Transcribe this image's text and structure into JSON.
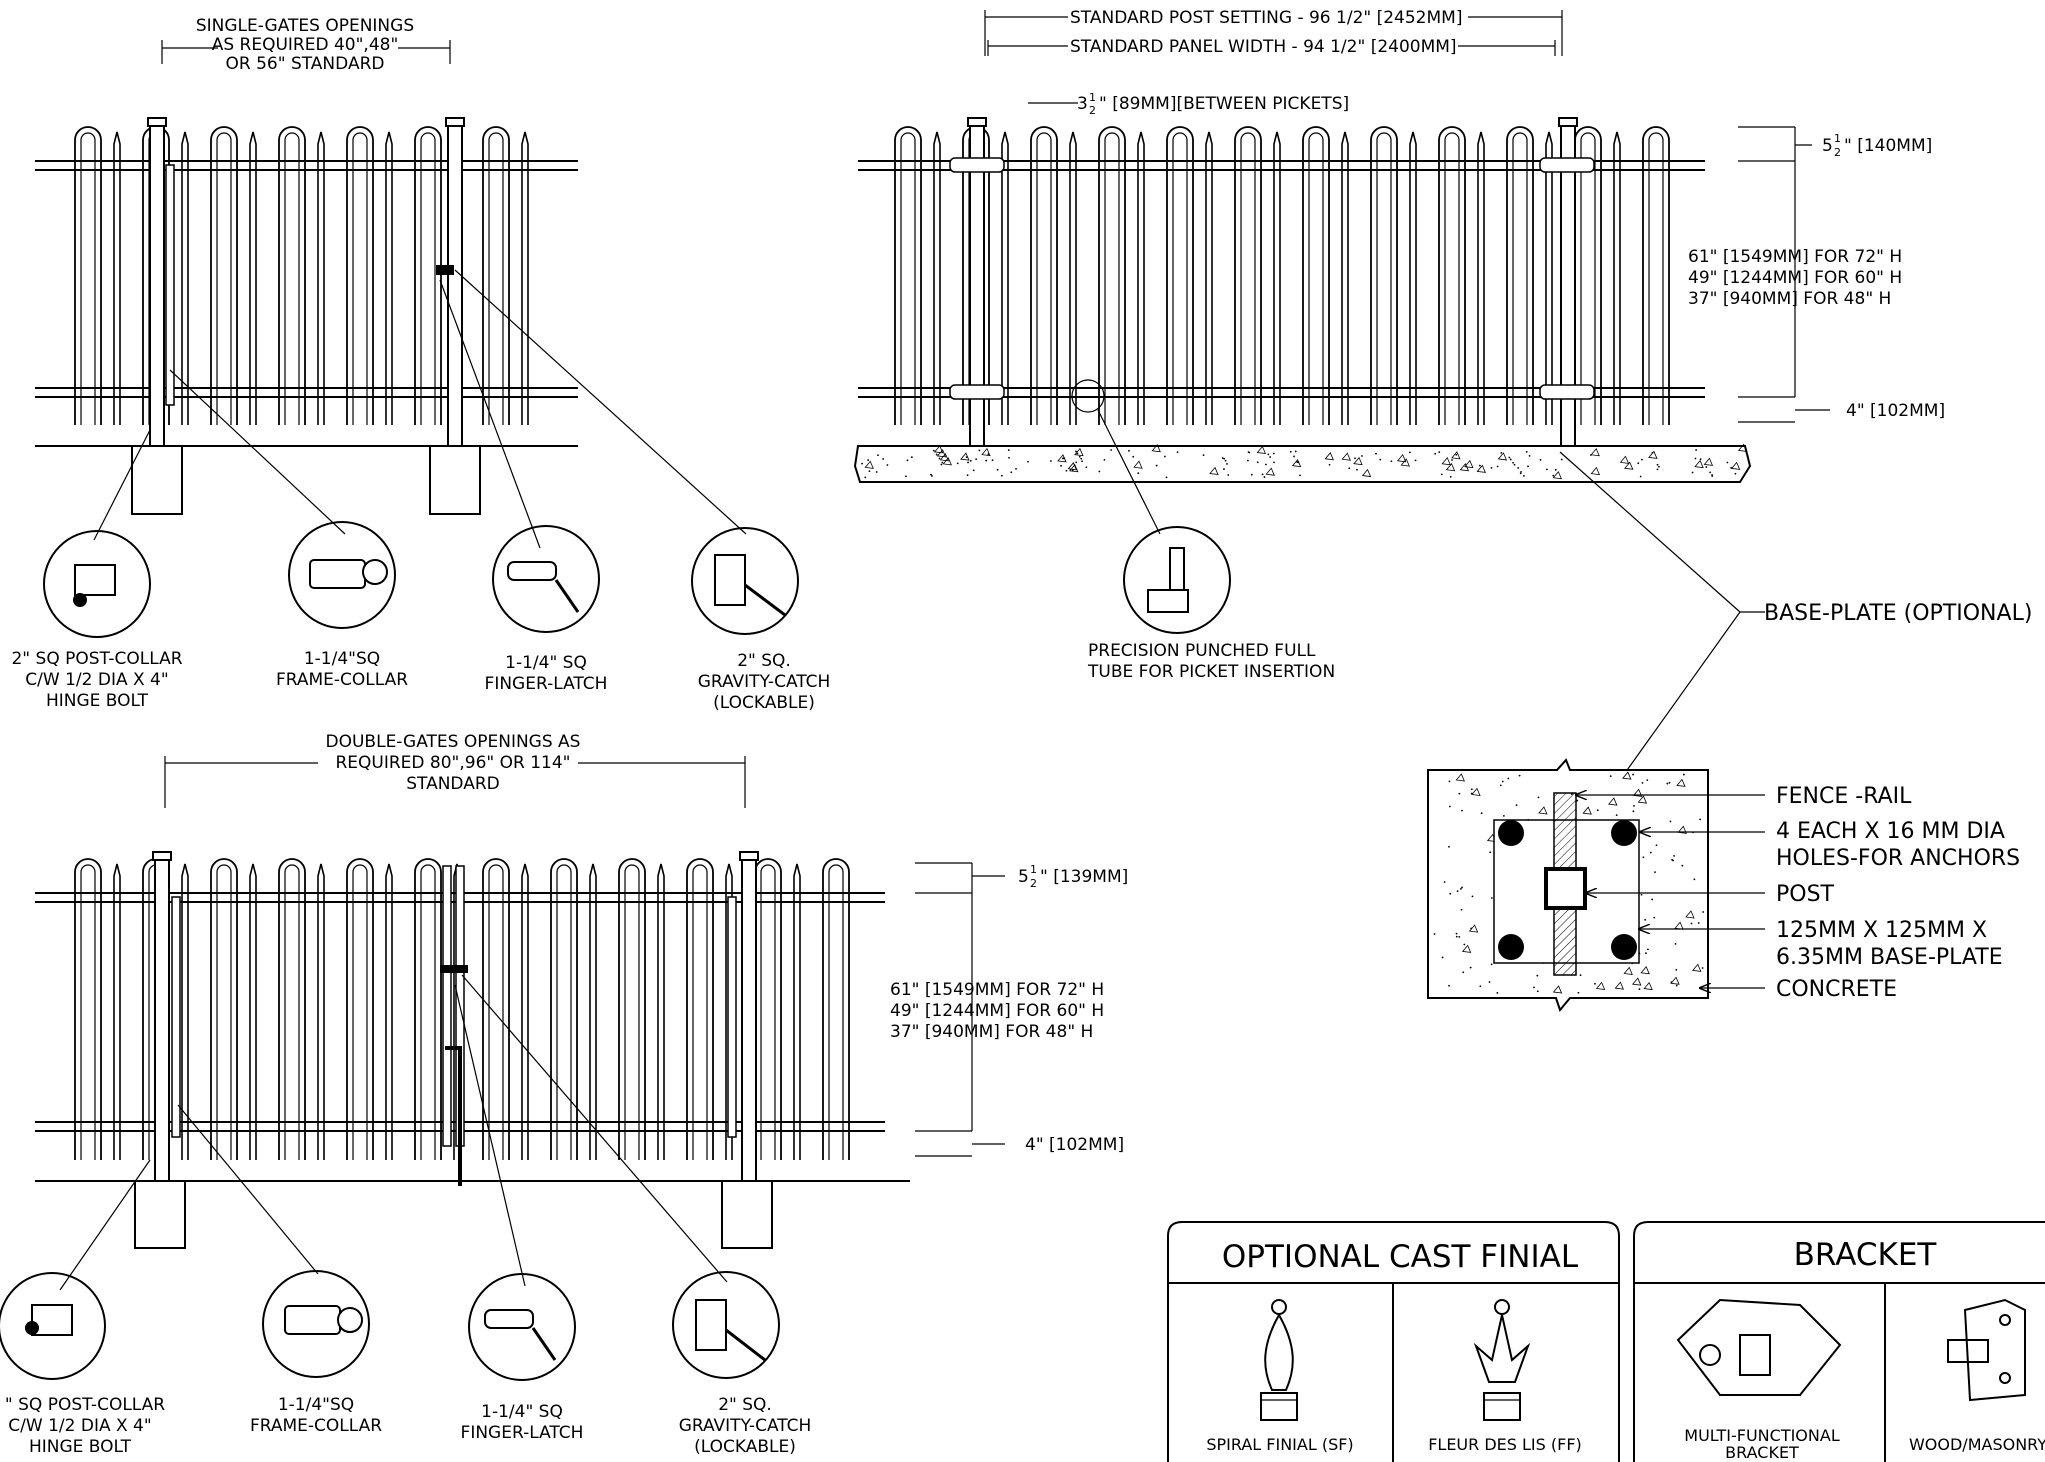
{
  "single_gates": {
    "opening_label": [
      "SINGLE-GATES OPENINGS",
      "AS REQUIRED 40\",48\"",
      "OR 56\" STANDARD"
    ],
    "callouts": [
      {
        "lines": [
          "2\" SQ POST-COLLAR",
          "C/W 1/2 DIA X 4\"",
          "HINGE BOLT"
        ]
      },
      {
        "lines": [
          "1-1/4\"SQ",
          "FRAME-COLLAR"
        ]
      },
      {
        "lines": [
          "1-1/4\" SQ",
          "FINGER-LATCH"
        ]
      },
      {
        "lines": [
          "2\" SQ.",
          "GRAVITY-CATCH",
          "(LOCKABLE)"
        ]
      }
    ]
  },
  "panel": {
    "post_setting": "STANDARD POST SETTING - 96 1/2\" [2452MM]",
    "panel_width": "STANDARD PANEL WIDTH - 94 1/2\" [2400MM]",
    "picket_spacing_whole": "3",
    "picket_spacing_rest": "\" [89MM][BETWEEN PICKETS]",
    "top_whole": "5",
    "top_rest": "\" [140MM]",
    "heights": [
      "61\" [1549MM] FOR 72\" H",
      "49\" [1244MM] FOR 60\" H",
      "37\" [940MM] FOR 48\" H"
    ],
    "bottom": "4\" [102MM]",
    "punched_tube": [
      "PRECISION PUNCHED FULL",
      "TUBE FOR PICKET INSERTION"
    ],
    "base_plate": "BASE-PLATE (OPTIONAL)"
  },
  "base_detail": {
    "fence_rail": "FENCE -RAIL",
    "holes": [
      "4 EACH X 16 MM DIA",
      "HOLES-FOR ANCHORS"
    ],
    "post": "POST",
    "plate": [
      "125MM X 125MM X",
      "6.35MM BASE-PLATE"
    ],
    "concrete": "CONCRETE"
  },
  "double_gates": {
    "opening_label": [
      "DOUBLE-GATES OPENINGS AS",
      "REQUIRED 80\",96\" OR 114\"",
      "STANDARD"
    ],
    "top_whole": "5",
    "top_rest": "\" [139MM]",
    "heights": [
      "61\" [1549MM] FOR 72\" H",
      "49\" [1244MM] FOR 60\" H",
      "37\" [940MM] FOR 48\" H"
    ],
    "bottom": "4\" [102MM]",
    "callouts": [
      {
        "lines": [
          "\" SQ POST-COLLAR",
          "C/W 1/2 DIA X 4\"",
          "HINGE BOLT"
        ]
      },
      {
        "lines": [
          "1-1/4\"SQ",
          "FRAME-COLLAR"
        ]
      },
      {
        "lines": [
          "1-1/4\" SQ",
          "FINGER-LATCH"
        ]
      },
      {
        "lines": [
          "2\" SQ.",
          "GRAVITY-CATCH",
          "(LOCKABLE)"
        ]
      }
    ]
  },
  "finial_box": {
    "title": "OPTIONAL CAST FINIAL",
    "items": [
      "SPIRAL FINIAL (SF)",
      "FLEUR DES LIS (FF)"
    ]
  },
  "bracket_box": {
    "title": "BRACKET",
    "items": [
      [
        "MULTI-FUNCTIONAL",
        "BRACKET"
      ],
      [
        "WOOD/MASONRY"
      ]
    ]
  },
  "fractions": {
    "half_num": "1",
    "half_den": "2"
  }
}
